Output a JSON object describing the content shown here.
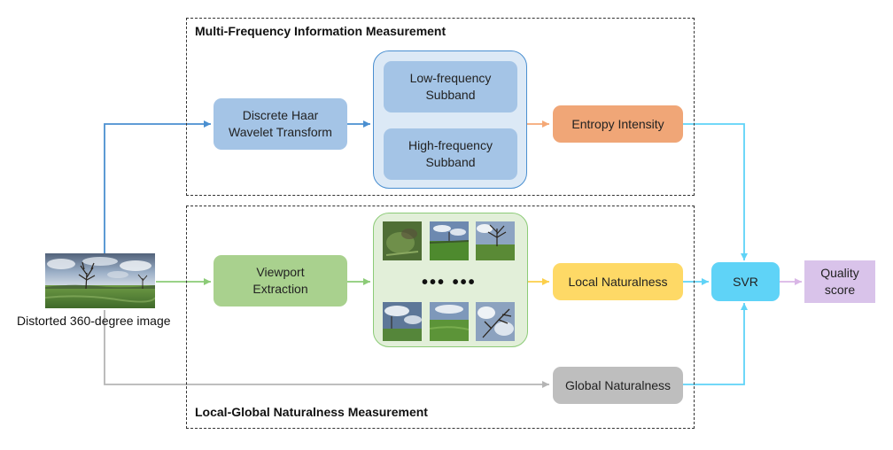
{
  "frames": {
    "top_title": "Multi-Frequency Information Measurement",
    "bottom_title": "Local-Global Naturalness Measurement"
  },
  "input": {
    "caption": "Distorted 360-degree image"
  },
  "nodes": {
    "haar": "Discrete Haar\nWavelet Transform",
    "low": "Low-frequency\nSubband",
    "high": "High-frequency\nSubband",
    "entropy": "Entropy Intensity",
    "viewport": "Viewport\nExtraction",
    "local": "Local Naturalness",
    "global": "Global Naturalness",
    "svr": "SVR",
    "quality": "Quality\nscore"
  },
  "viewport_grid": {
    "ellipsis": "•••  •••"
  },
  "colors": {
    "blue_path": "#4a8fd0",
    "green_path": "#8ccb77",
    "gray_path": "#b5b5b5",
    "cyan_path": "#5fd3f7",
    "orange_path": "#f4a876",
    "yellow_path": "#fccf4a",
    "purple_path": "#d9b6e6",
    "haar_fill": "#a4c4e6",
    "wavelet_group_fill": "#dce9f6",
    "entropy_fill": "#f0a677",
    "viewport_fill": "#a9d18e",
    "viewport_group_fill": "#e2efd9",
    "local_fill": "#fed966",
    "global_fill": "#bebebe",
    "svr_fill": "#5fd3f7",
    "quality_fill": "#d9c3ea"
  }
}
